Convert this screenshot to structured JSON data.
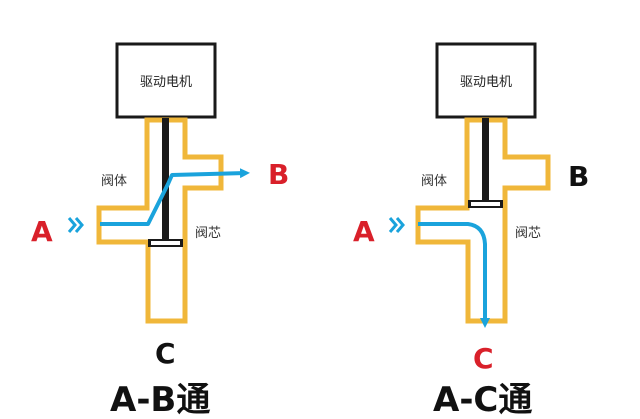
{
  "colors": {
    "valve_body": "#f0b73a",
    "flow_arrow": "#1aa3dc",
    "port_inlet": "#d9202a",
    "port_closed": "#111111",
    "motor_frame": "#1a1a1a"
  },
  "left": {
    "motor_label": "驱动电机",
    "body_label": "阀体",
    "core_label": "阀芯",
    "port_a": "A",
    "port_b": "B",
    "port_c": "C",
    "caption": "A-B通"
  },
  "right": {
    "motor_label": "驱动电机",
    "body_label": "阀体",
    "core_label": "阀芯",
    "port_a": "A",
    "port_b": "B",
    "port_c": "C",
    "caption": "A-C通"
  }
}
